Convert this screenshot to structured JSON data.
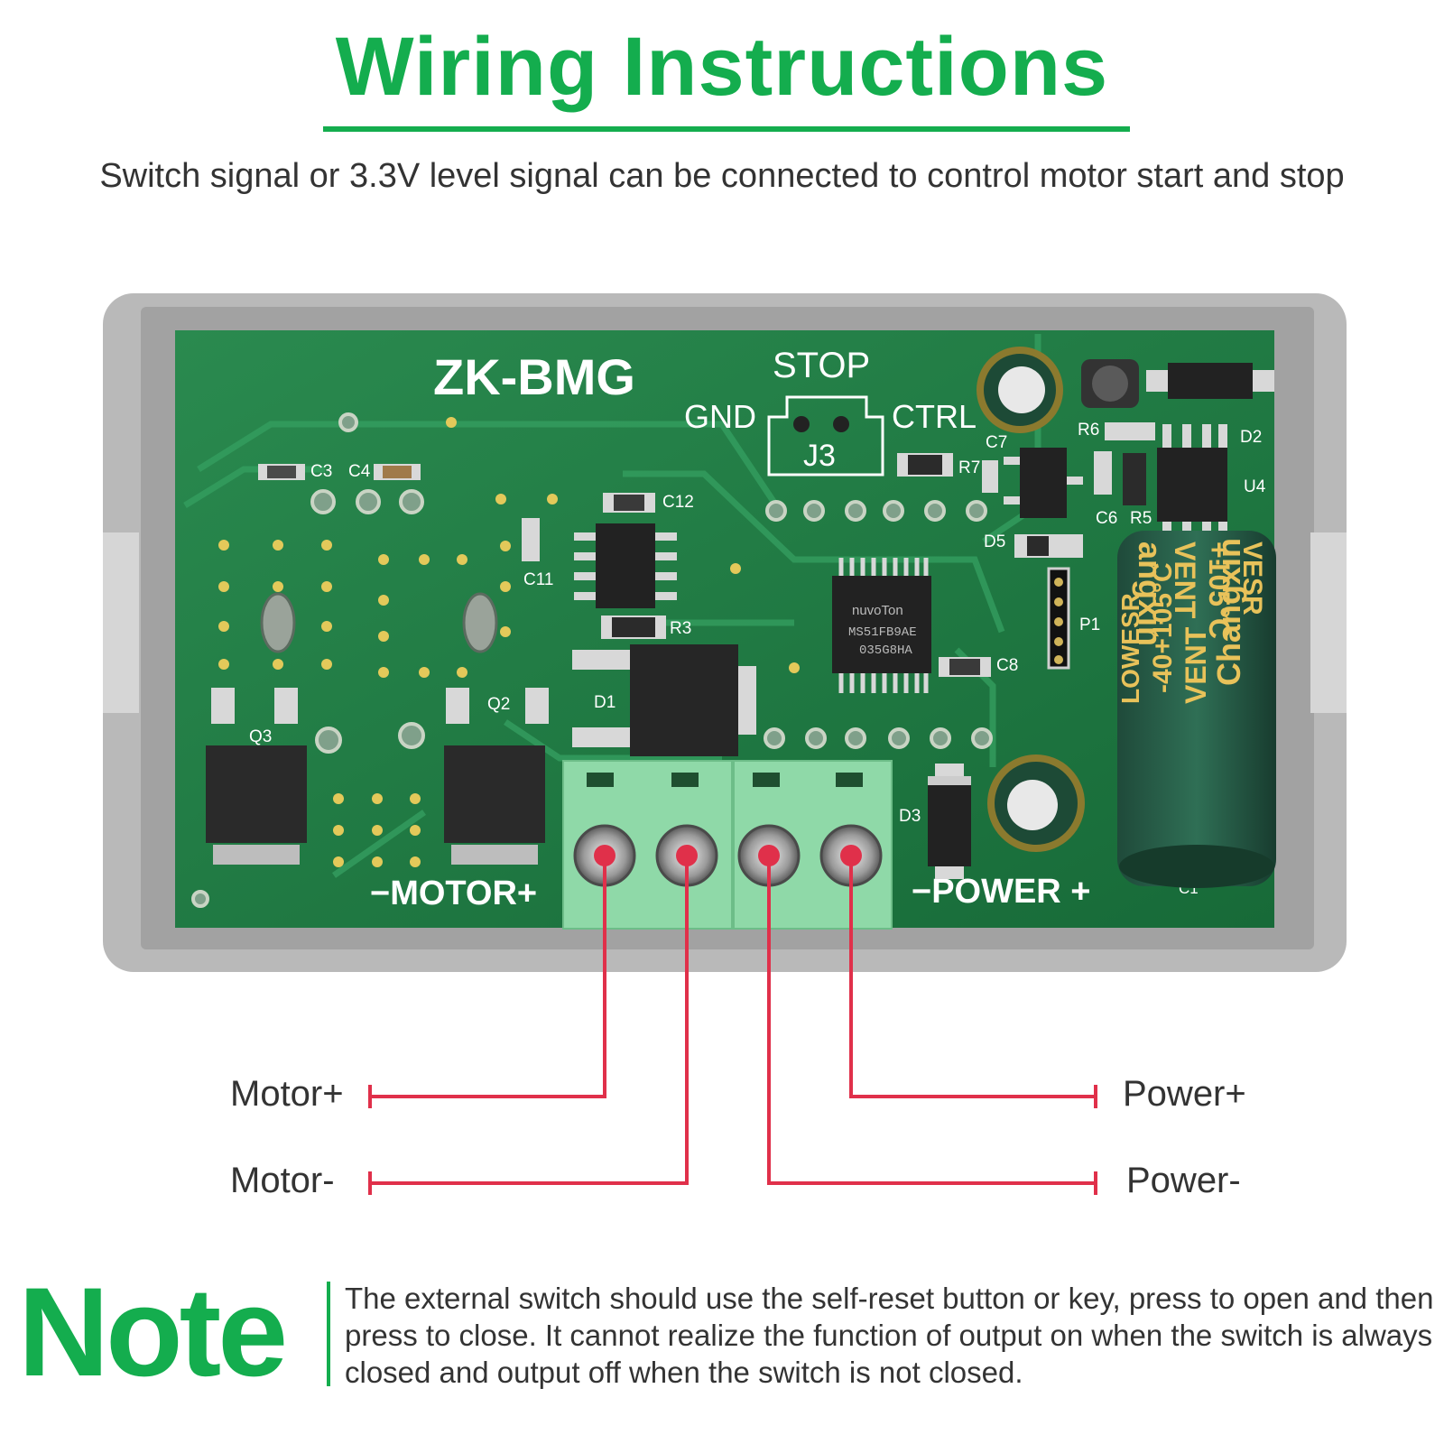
{
  "header": {
    "title": "Wiring Instructions",
    "subtitle": "Switch signal or 3.3V level signal can be connected to control motor start and stop"
  },
  "board": {
    "name": "ZK-BMG",
    "stop_label": "STOP",
    "gnd_label": "GND",
    "ctrl_label": "CTRL",
    "j3_label": "J3",
    "motor_label": "−MOTOR+",
    "power_label": "−POWER +",
    "chip_brand": "nuvoTon",
    "chip_part": "MS51FB9AE",
    "chip_code": "035G8HA",
    "comp_labels": [
      "C3",
      "C4",
      "C12",
      "C11",
      "R3",
      "D1",
      "Q2",
      "Q3",
      "C8",
      "P1",
      "D5",
      "C7",
      "R7",
      "R6",
      "D2",
      "U4",
      "C6",
      "R5",
      "D3",
      "C1"
    ],
    "cap_text_a": "angxin",
    "cap_text_b": "VENT",
    "cap_text_c": "+105°C",
    "cap_text_d": "VESR",
    "cap_text_e": "Changxin",
    "cap_text_f": "VENT",
    "cap_text_g": "-40+105°C",
    "cap_text_h": "LOWESR"
  },
  "wiring": {
    "motor_plus": "Motor+",
    "motor_minus": "Motor-",
    "power_plus": "Power+",
    "power_minus": "Power-",
    "wire_color": "#e0304a"
  },
  "note": {
    "heading": "Note",
    "text": "The external switch should use the self-reset button or key, press to open and then press to close. It cannot realize the function of output on when the switch is always closed and output off when the switch is not closed."
  },
  "colors": {
    "accent_green": "#14ad4e",
    "pcb_green": "#1f7d45",
    "terminal_green": "#8fd9a8",
    "housing_gray": "#b5b5b5"
  }
}
